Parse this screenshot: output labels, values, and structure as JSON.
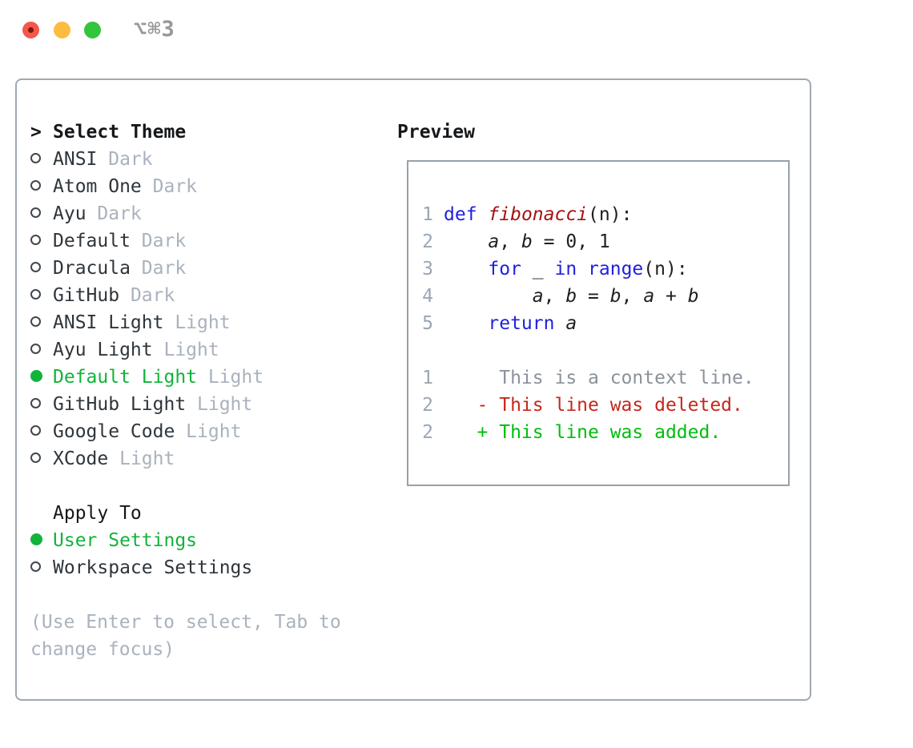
{
  "window": {
    "shortcut_label": "⌥⌘3"
  },
  "colors": {
    "accent_green": "#12b33b",
    "keyword_blue": "#1f22dd",
    "function_red": "#a31212",
    "diff_deleted_red": "#c5281c",
    "diff_added_green": "#00bd0c",
    "context_gray": "#8b929a",
    "line_number_gray": "#9aa6b4",
    "muted_gray": "#a9b2bd",
    "text_dark": "#2e353b",
    "header_black": "#15181b",
    "traffic_close": "#f4574b",
    "traffic_minimize": "#fcbc40",
    "traffic_zoom": "#33c53c"
  },
  "theme_picker": {
    "header": {
      "prefix": ">",
      "label": "Select Theme"
    },
    "themes": [
      {
        "name": "ANSI",
        "variant": "Dark",
        "selected": false
      },
      {
        "name": "Atom One",
        "variant": "Dark",
        "selected": false
      },
      {
        "name": "Ayu",
        "variant": "Dark",
        "selected": false
      },
      {
        "name": "Default",
        "variant": "Dark",
        "selected": false
      },
      {
        "name": "Dracula",
        "variant": "Dark",
        "selected": false
      },
      {
        "name": "GitHub",
        "variant": "Dark",
        "selected": false
      },
      {
        "name": "ANSI Light",
        "variant": "Light",
        "selected": false
      },
      {
        "name": "Ayu Light",
        "variant": "Light",
        "selected": false
      },
      {
        "name": "Default Light",
        "variant": "Light",
        "selected": true
      },
      {
        "name": "GitHub Light",
        "variant": "Light",
        "selected": false
      },
      {
        "name": "Google Code",
        "variant": "Light",
        "selected": false
      },
      {
        "name": "XCode",
        "variant": "Light",
        "selected": false
      }
    ],
    "apply_to": {
      "header": "Apply To",
      "options": [
        {
          "label": "User Settings",
          "selected": true
        },
        {
          "label": "Workspace Settings",
          "selected": false
        }
      ]
    },
    "hint": "(Use Enter to select, Tab to change focus)"
  },
  "preview": {
    "title": "Preview",
    "lines": [
      {
        "num": "1",
        "tokens": [
          {
            "t": "def",
            "c": "kw"
          },
          {
            "t": " "
          },
          {
            "t": "fibonacci",
            "c": "fn"
          },
          {
            "t": "(n):"
          }
        ]
      },
      {
        "num": "2",
        "tokens": [
          {
            "t": "    "
          },
          {
            "t": "a",
            "c": "var"
          },
          {
            "t": ", "
          },
          {
            "t": "b",
            "c": "var"
          },
          {
            "t": " = 0, 1"
          }
        ]
      },
      {
        "num": "3",
        "tokens": [
          {
            "t": "    "
          },
          {
            "t": "for",
            "c": "kw"
          },
          {
            "t": " _ "
          },
          {
            "t": "in",
            "c": "kw"
          },
          {
            "t": " "
          },
          {
            "t": "range",
            "c": "kw"
          },
          {
            "t": "(n):"
          }
        ]
      },
      {
        "num": "4",
        "tokens": [
          {
            "t": "        "
          },
          {
            "t": "a",
            "c": "var"
          },
          {
            "t": ", "
          },
          {
            "t": "b",
            "c": "var"
          },
          {
            "t": " = "
          },
          {
            "t": "b",
            "c": "var"
          },
          {
            "t": ", "
          },
          {
            "t": "a",
            "c": "var"
          },
          {
            "t": " + "
          },
          {
            "t": "b",
            "c": "var"
          }
        ]
      },
      {
        "num": "5",
        "tokens": [
          {
            "t": "    "
          },
          {
            "t": "return",
            "c": "kw"
          },
          {
            "t": " "
          },
          {
            "t": "a",
            "c": "var"
          }
        ]
      },
      {
        "num": "",
        "tokens": []
      },
      {
        "num": "1",
        "tokens": [
          {
            "t": "     This is a context line.",
            "c": "ctx"
          }
        ]
      },
      {
        "num": "2",
        "tokens": [
          {
            "t": "   - This line was deleted.",
            "c": "del"
          }
        ]
      },
      {
        "num": "2",
        "tokens": [
          {
            "t": "   + This line was added.",
            "c": "add"
          }
        ]
      }
    ]
  }
}
